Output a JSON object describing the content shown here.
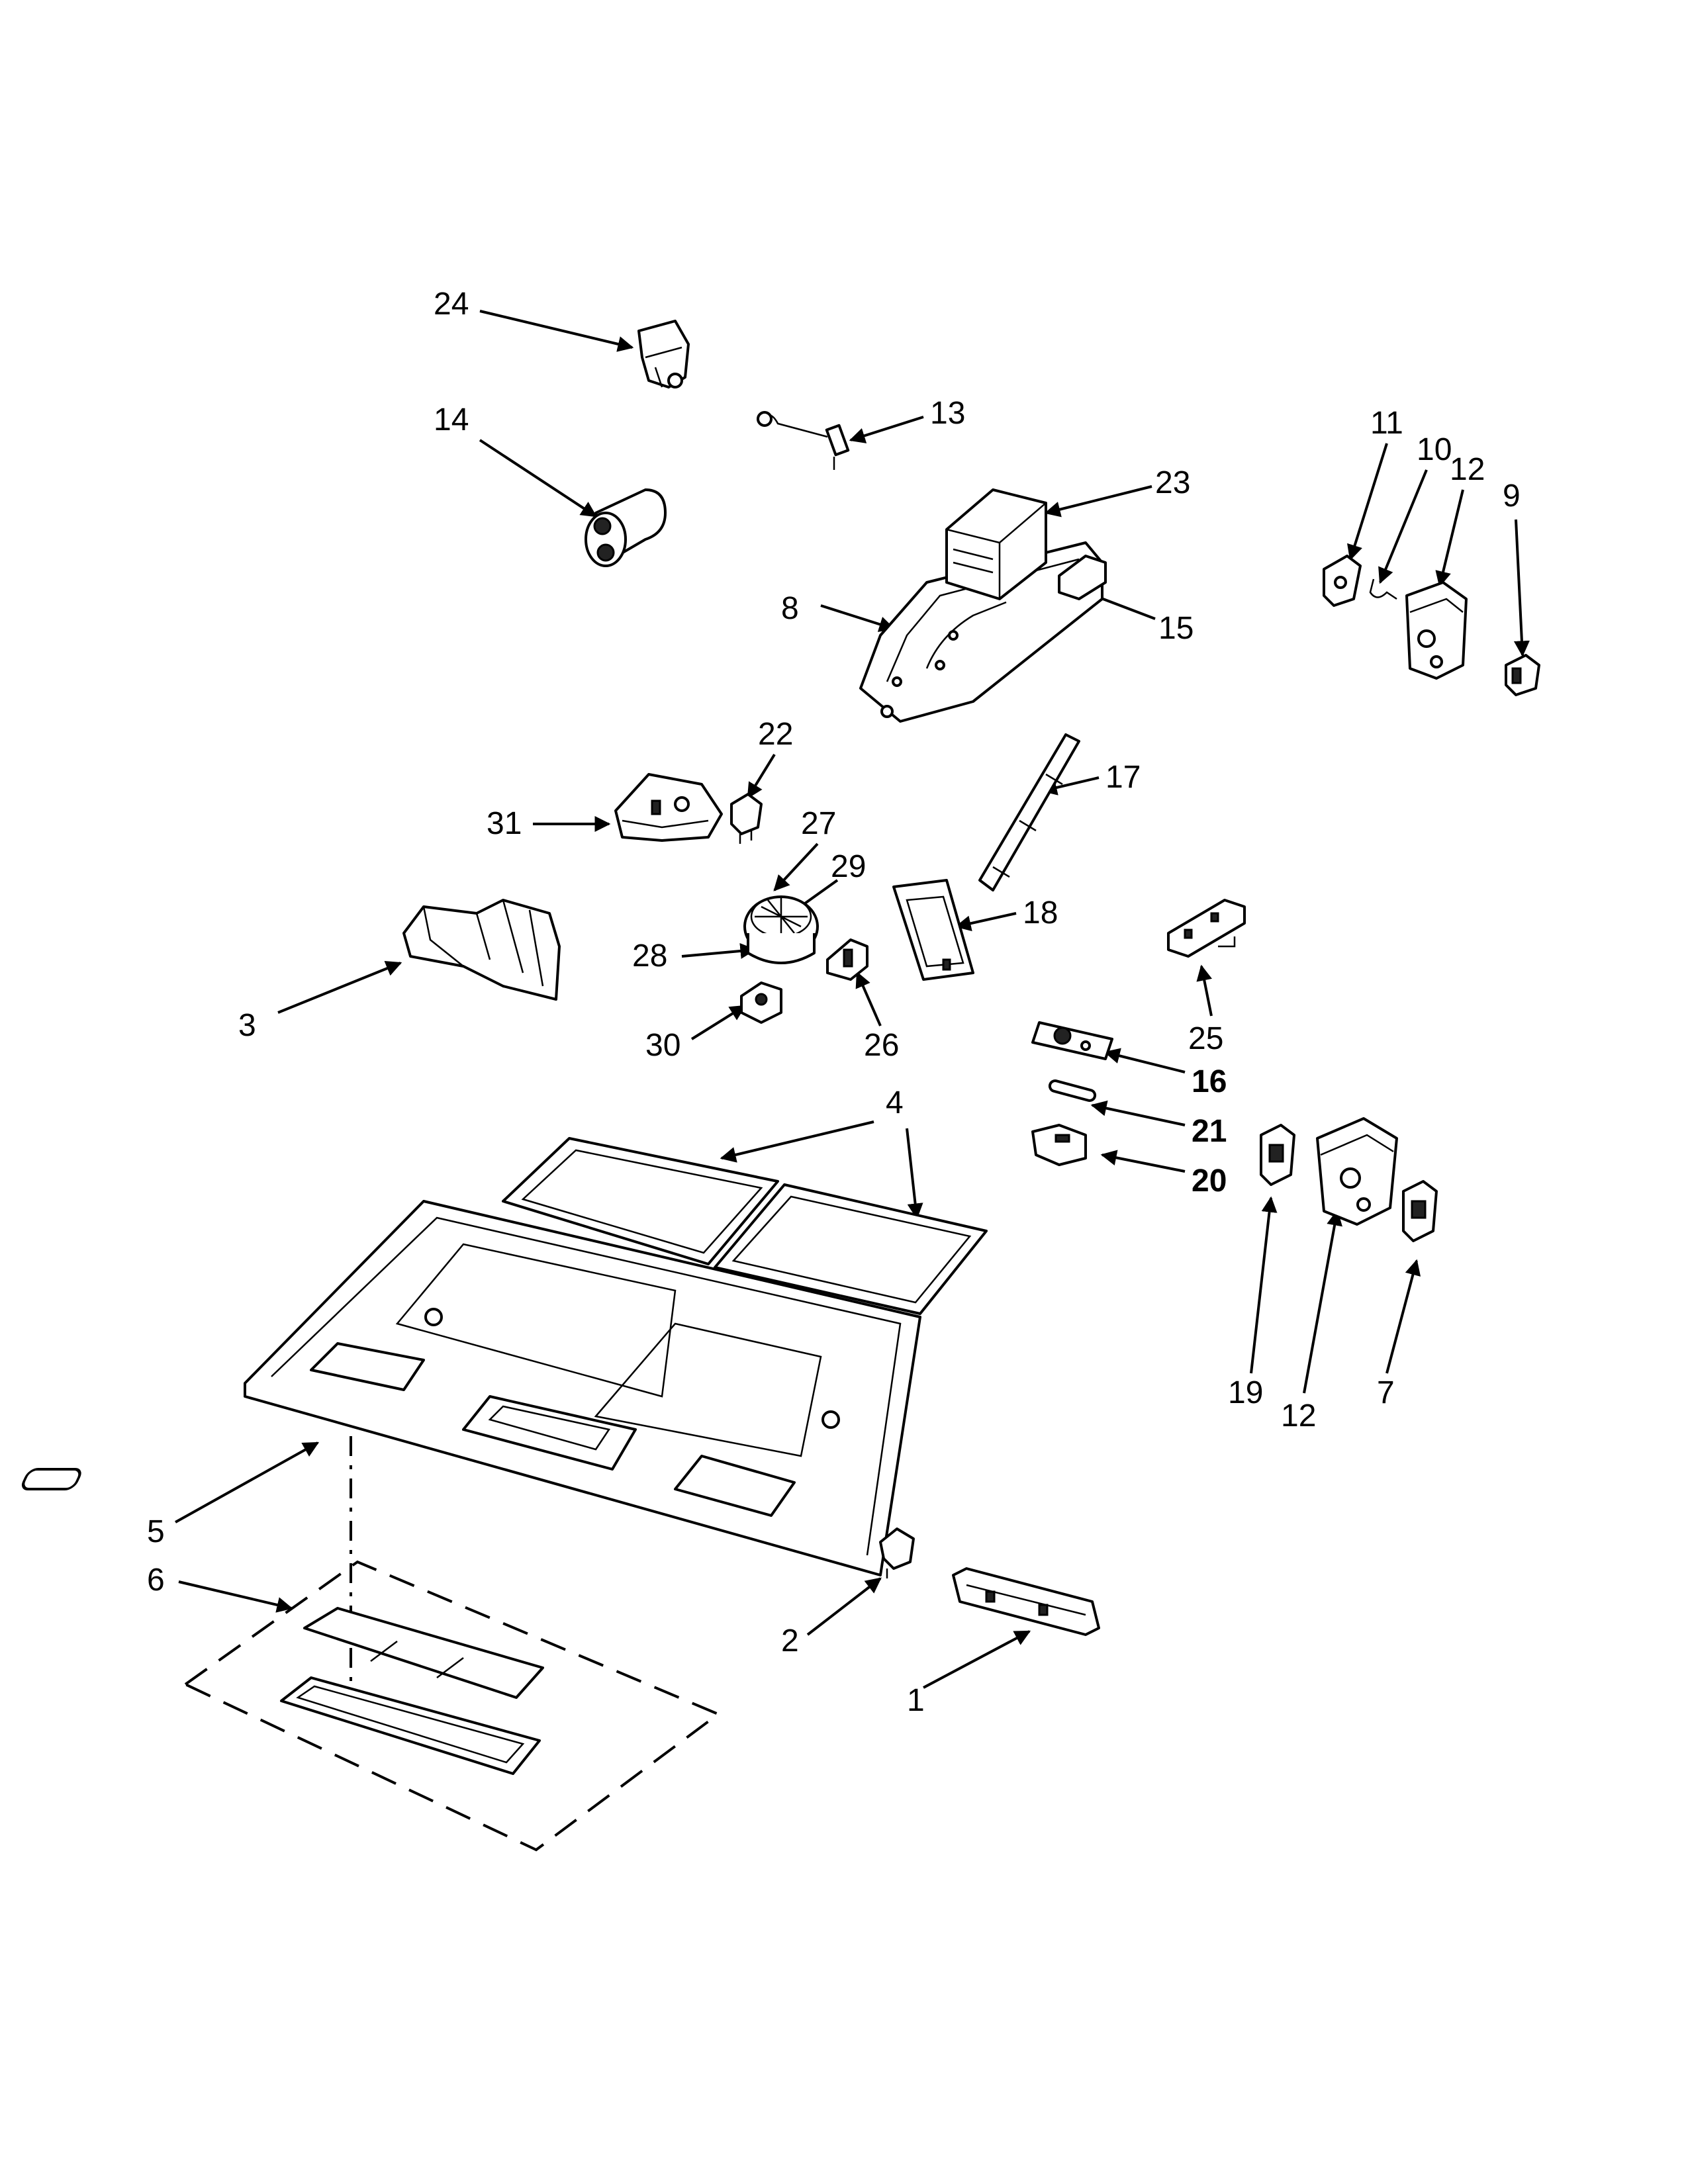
{
  "diagram": {
    "callouts": [
      {
        "id": "c1",
        "text": "1"
      },
      {
        "id": "c2",
        "text": "2"
      },
      {
        "id": "c3",
        "text": "3"
      },
      {
        "id": "c4",
        "text": "4"
      },
      {
        "id": "c5",
        "text": "5"
      },
      {
        "id": "c6",
        "text": "6"
      },
      {
        "id": "c7",
        "text": "7"
      },
      {
        "id": "c8",
        "text": "8"
      },
      {
        "id": "c9",
        "text": "9"
      },
      {
        "id": "c10",
        "text": "10"
      },
      {
        "id": "c11",
        "text": "11"
      },
      {
        "id": "c12a",
        "text": "12"
      },
      {
        "id": "c12b",
        "text": "12"
      },
      {
        "id": "c13",
        "text": "13"
      },
      {
        "id": "c14",
        "text": "14"
      },
      {
        "id": "c15",
        "text": "15"
      },
      {
        "id": "c16",
        "text": "16"
      },
      {
        "id": "c17",
        "text": "17"
      },
      {
        "id": "c18",
        "text": "18"
      },
      {
        "id": "c19",
        "text": "19"
      },
      {
        "id": "c20",
        "text": "20"
      },
      {
        "id": "c21",
        "text": "21"
      },
      {
        "id": "c22",
        "text": "22"
      },
      {
        "id": "c23",
        "text": "23"
      },
      {
        "id": "c24",
        "text": "24"
      },
      {
        "id": "c25",
        "text": "25"
      },
      {
        "id": "c26",
        "text": "26"
      },
      {
        "id": "c27",
        "text": "27"
      },
      {
        "id": "c28",
        "text": "28"
      },
      {
        "id": "c29",
        "text": "29"
      },
      {
        "id": "c30",
        "text": "30"
      },
      {
        "id": "c31",
        "text": "31"
      }
    ]
  }
}
